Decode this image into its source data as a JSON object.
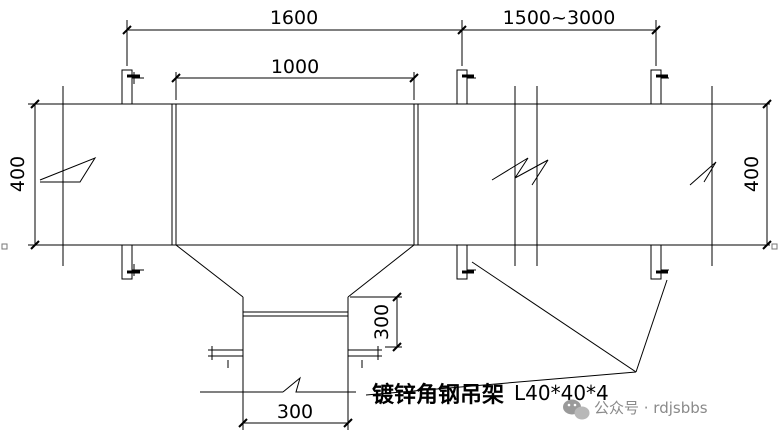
{
  "dimensions": {
    "top_span": "1600",
    "top_right_span": "1500~3000",
    "tee_top_width": "1000",
    "left_height": "400",
    "right_height": "400",
    "branch_height": "300",
    "branch_width": "300"
  },
  "callout": {
    "name": "镀锌角钢吊架",
    "spec": "L40*40*4"
  },
  "watermark": {
    "account_label": "公众号 · rdjsbbs",
    "icon": "wechat-icon"
  },
  "colors": {
    "line": "#000000",
    "background": "#ffffff",
    "watermark": "#8a8a8a"
  }
}
